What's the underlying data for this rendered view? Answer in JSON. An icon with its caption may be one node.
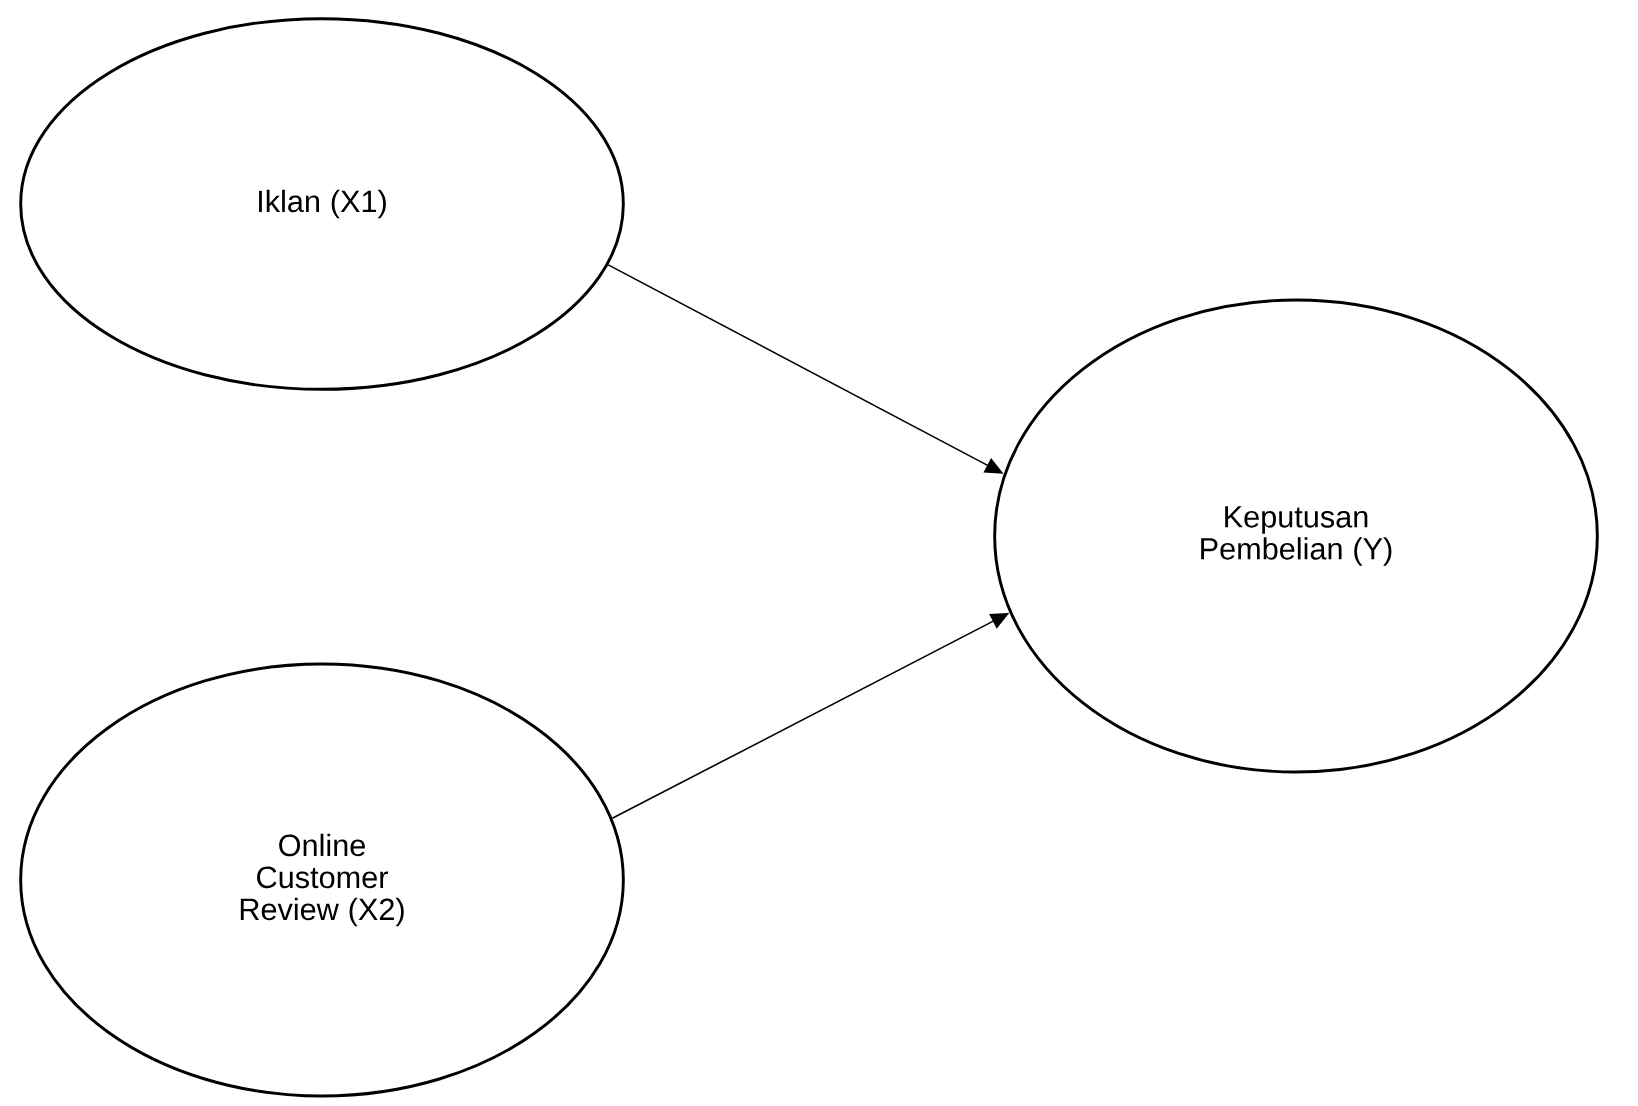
{
  "diagram": {
    "nodes": [
      {
        "text": [
          "Iklan (X1)"
        ]
      },
      {
        "text": [
          "Online Customer Review (X2)"
        ]
      },
      {
        "text": [
          "Keputusan Pembelian (Y)"
        ]
      }
    ],
    "edges": [
      {
        "from": 0,
        "to": 2,
        "arrow": "to"
      },
      {
        "from": 1,
        "to": 2,
        "arrow": "to"
      }
    ]
  }
}
